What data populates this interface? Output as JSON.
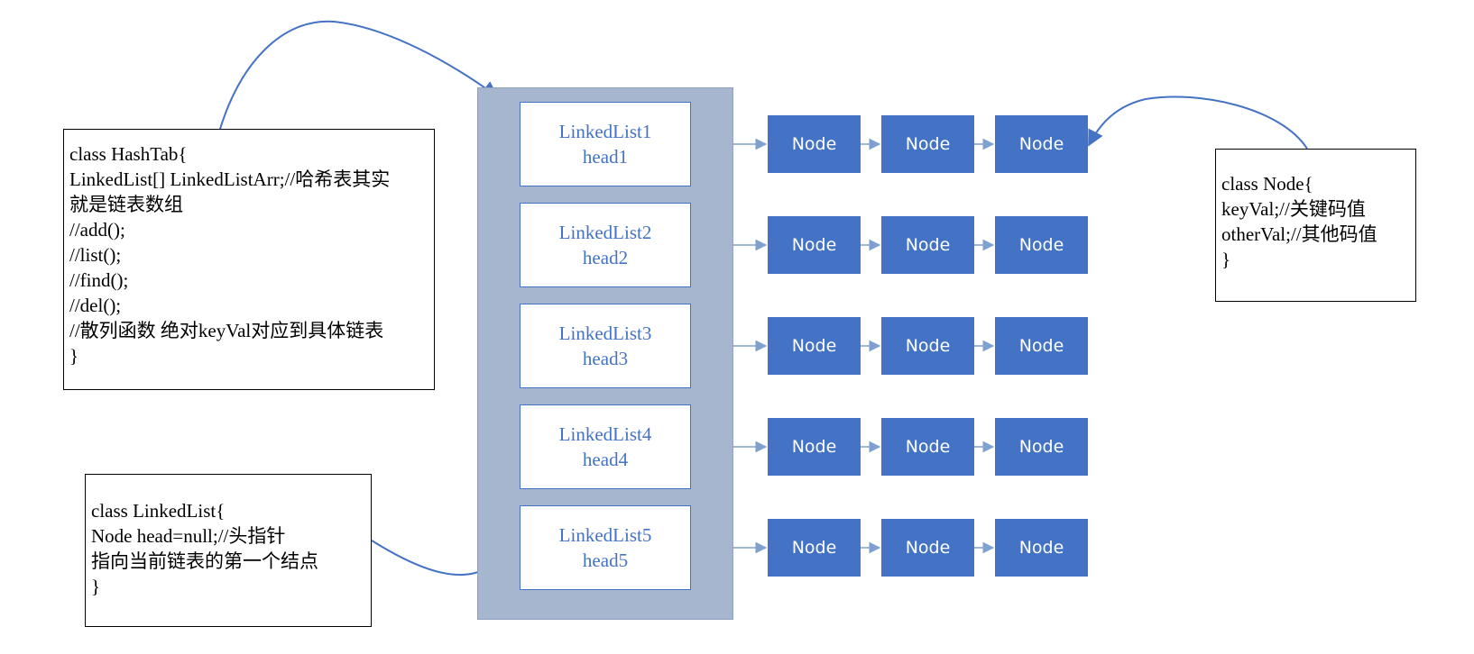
{
  "hashtab_class": {
    "lines": [
      "class HashTab{",
      "LinkedList[] LinkedListArr;//哈希表其实",
      "就是链表数组",
      "//add();",
      "//list();",
      "//find();",
      "//del();",
      "//散列函数 绝对keyVal对应到具体链表",
      "}"
    ]
  },
  "linkedlist_class": {
    "lines": [
      "class LinkedList{",
      "Node head=null;//头指针",
      "指向当前链表的第一个结点",
      "}"
    ]
  },
  "node_class": {
    "lines": [
      "class Node{",
      "keyVal;//关键码值",
      "otherVal;//其他码值",
      "}"
    ]
  },
  "linked_lists": [
    {
      "name": "LinkedList1",
      "head": "head1",
      "nodes": [
        "Node",
        "Node",
        "Node"
      ]
    },
    {
      "name": "LinkedList2",
      "head": "head2",
      "nodes": [
        "Node",
        "Node",
        "Node"
      ]
    },
    {
      "name": "LinkedList3",
      "head": "head3",
      "nodes": [
        "Node",
        "Node",
        "Node"
      ]
    },
    {
      "name": "LinkedList4",
      "head": "head4",
      "nodes": [
        "Node",
        "Node",
        "Node"
      ]
    },
    {
      "name": "LinkedList5",
      "head": "head5",
      "nodes": [
        "Node",
        "Node",
        "Node"
      ]
    }
  ],
  "colors": {
    "node_fill": "#4472c4",
    "panel_fill": "#a6b6ce",
    "connector": "#4472c4",
    "arrow": "#7fa1d1"
  }
}
